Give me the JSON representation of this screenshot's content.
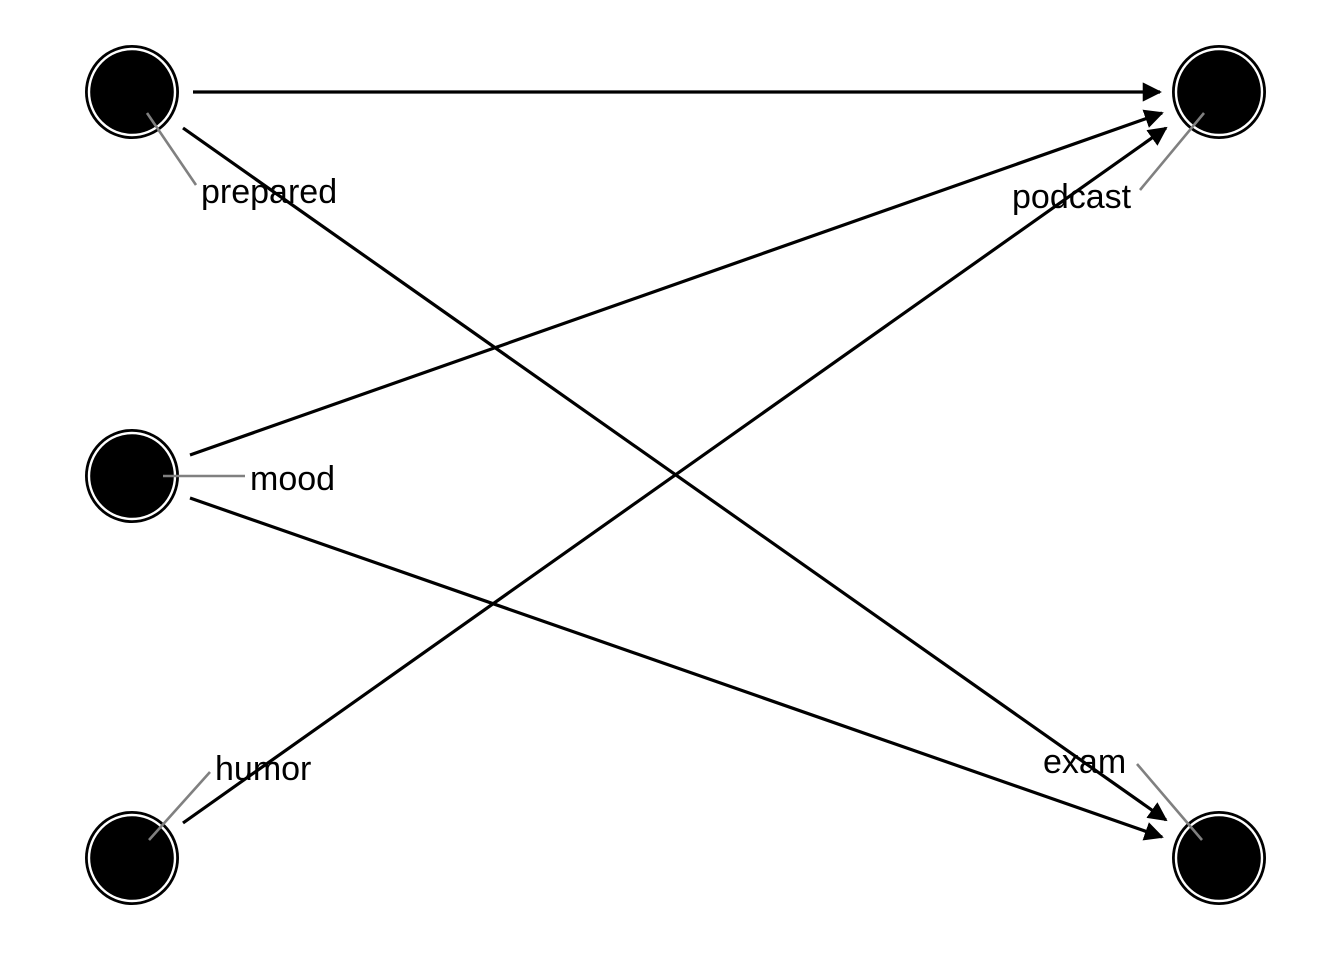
{
  "diagram": {
    "type": "directed-acyclic-graph",
    "colors": {
      "node": "#000000",
      "edge": "#000000",
      "leader": "#808080",
      "background": "#ffffff"
    },
    "nodes": [
      {
        "id": "prepared",
        "label": "prepared"
      },
      {
        "id": "podcast",
        "label": "podcast"
      },
      {
        "id": "mood",
        "label": "mood"
      },
      {
        "id": "humor",
        "label": "humor"
      },
      {
        "id": "exam",
        "label": "exam"
      }
    ],
    "edges": [
      {
        "from": "prepared",
        "to": "podcast"
      },
      {
        "from": "prepared",
        "to": "exam"
      },
      {
        "from": "mood",
        "to": "podcast"
      },
      {
        "from": "mood",
        "to": "exam"
      },
      {
        "from": "humor",
        "to": "podcast"
      }
    ]
  }
}
